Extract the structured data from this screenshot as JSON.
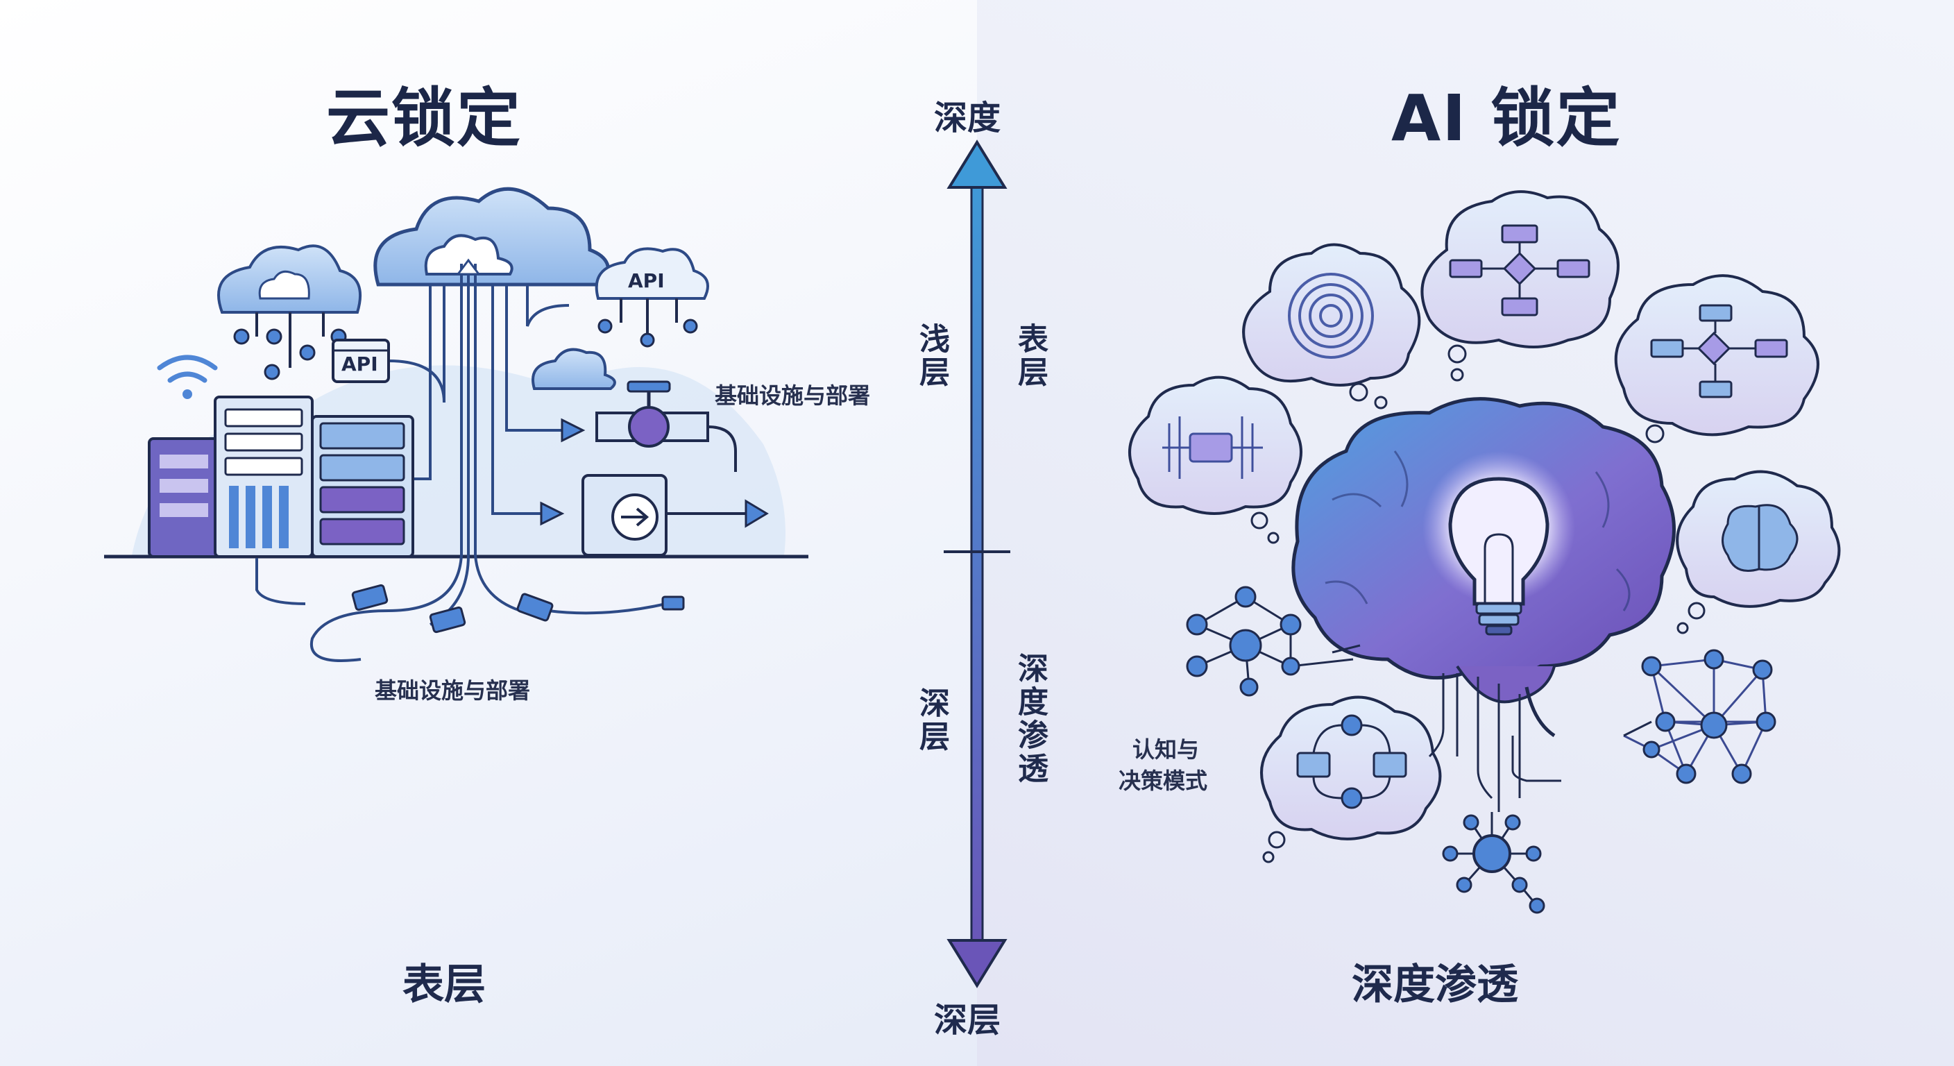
{
  "left": {
    "title": "云锁定",
    "api_badge_1": "API",
    "api_badge_2": "API",
    "label_top_right": "基础设施与部署",
    "label_bottom": "基础设施与部署",
    "bottom_label": "表层"
  },
  "axis": {
    "top_label": "深度",
    "bottom_label": "深层",
    "left_upper": "浅层",
    "right_upper": "表层",
    "left_lower": "深层",
    "right_lower": "深度渗透"
  },
  "right": {
    "title": "AI 锁定",
    "label_cognition": "认知与",
    "label_decision": "决策模式",
    "bottom_label": "深度渗透"
  },
  "colors": {
    "navy": "#1f2a4d",
    "blue": "#4f86d6",
    "lightblue": "#bcd5f3",
    "purple": "#7b62c4",
    "lavender": "#d9d2f1"
  }
}
